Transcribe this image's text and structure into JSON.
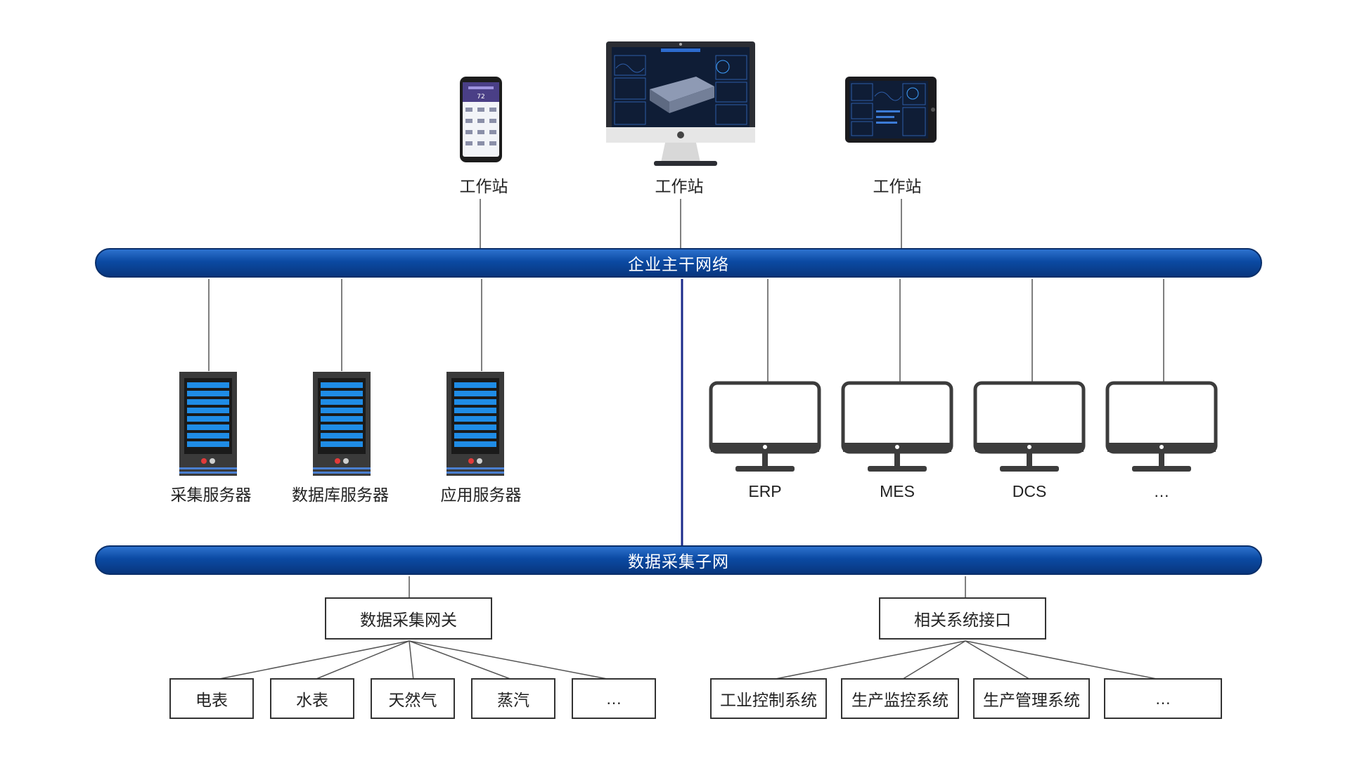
{
  "colors": {
    "bus_fill": "#0b4aa3",
    "bus_highlight": "#2f74d0",
    "bus_border": "#0a2f6a",
    "connector": "#555555",
    "vertical_link": "#1a2a8a",
    "monitor_frame": "#3c3c3c",
    "server_body": "#3a3a3a",
    "server_led": "#1f8ce6"
  },
  "workstations": [
    {
      "label": "工作站",
      "device": "phone"
    },
    {
      "label": "工作站",
      "device": "desktop-monitor"
    },
    {
      "label": "工作站",
      "device": "tablet"
    }
  ],
  "bus_top": {
    "label": "企业主干网络"
  },
  "bus_bottom": {
    "label": "数据采集子网"
  },
  "servers": [
    {
      "label": "采集服务器"
    },
    {
      "label": "数据库服务器"
    },
    {
      "label": "应用服务器"
    }
  ],
  "systems": [
    {
      "label": "ERP"
    },
    {
      "label": "MES"
    },
    {
      "label": "DCS"
    },
    {
      "label": "…"
    }
  ],
  "gateway": {
    "label": "数据采集网关",
    "children": [
      "电表",
      "水表",
      "天然气",
      "蒸汽",
      "…"
    ]
  },
  "interface": {
    "label": "相关系统接口",
    "children": [
      "工业控制系统",
      "生产监控系统",
      "生产管理系统",
      "…"
    ]
  }
}
